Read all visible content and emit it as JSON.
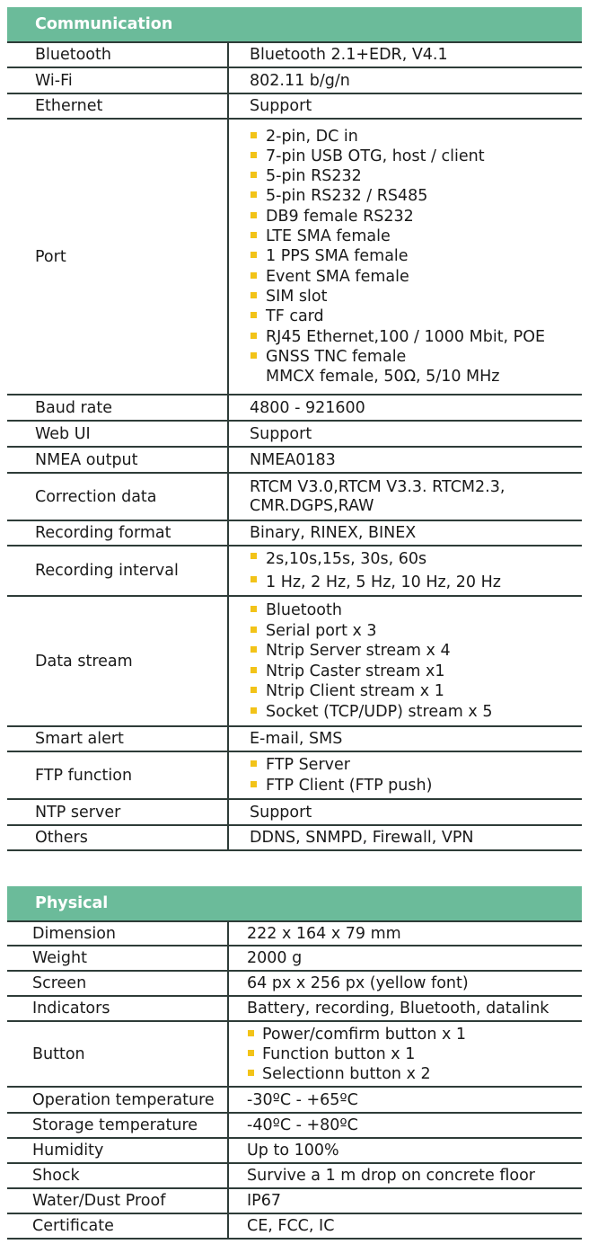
{
  "communication": {
    "title": "Communication",
    "rows": [
      {
        "label": "Bluetooth",
        "value": "Bluetooth 2.1+EDR, V4.1"
      },
      {
        "label": "Wi-Fi",
        "value": "802.11 b/g/n"
      },
      {
        "label": "Ethernet",
        "value": "Support"
      },
      {
        "label": "Port",
        "items": [
          "2-pin, DC in",
          "7-pin USB OTG, host / client",
          "5-pin RS232",
          "5-pin RS232 / RS485",
          "DB9 female RS232",
          "LTE SMA female",
          "1 PPS SMA female",
          "Event SMA female",
          "SIM slot",
          "TF card",
          "RJ45 Ethernet,100 / 1000 Mbit, POE",
          "GNSS TNC female",
          "MMCX female, 50Ω, 5/10 MHz"
        ]
      },
      {
        "label": "Baud rate",
        "value": "4800 - 921600"
      },
      {
        "label": "Web UI",
        "value": "Support"
      },
      {
        "label": "NMEA output",
        "value": "NMEA0183"
      },
      {
        "label": "Correction data",
        "value_lines": [
          "RTCM V3.0,RTCM V3.3. RTCM2.3,",
          "CMR.DGPS,RAW"
        ]
      },
      {
        "label": "Recording format",
        "value": "Binary, RINEX, BINEX"
      },
      {
        "label": "Recording interval",
        "items": [
          "2s,10s,15s, 30s, 60s",
          "1 Hz, 2 Hz, 5 Hz, 10 Hz, 20 Hz"
        ]
      },
      {
        "label": "Data stream",
        "items": [
          "Bluetooth",
          "Serial port x 3",
          "Ntrip Server stream x 4",
          "Ntrip Caster stream x1",
          "Ntrip Client stream x 1",
          "Socket (TCP/UDP) stream x 5"
        ]
      },
      {
        "label": "Smart alert",
        "value": "E-mail, SMS"
      },
      {
        "label": "FTP function",
        "items": [
          "FTP Server",
          "FTP Client (FTP push)"
        ]
      },
      {
        "label": "NTP server",
        "value": "Support"
      },
      {
        "label": "Others",
        "value": "DDNS, SNMPD, Firewall, VPN"
      }
    ]
  },
  "physical": {
    "title": "Physical",
    "rows": [
      {
        "label": "Dimension",
        "value": "222 x 164 x 79 mm"
      },
      {
        "label": "Weight",
        "value": "2000 g"
      },
      {
        "label": "Screen",
        "value": "64 px x 256 px (yellow font)"
      },
      {
        "label": "Indicators",
        "value": "Battery, recording, Bluetooth, datalink"
      },
      {
        "label": "Button",
        "items": [
          "Power/comfirm button x 1",
          "Function button x 1",
          "Selectionn button x 2"
        ]
      },
      {
        "label": "Operation temperature",
        "value": "-30ºC - +65ºC"
      },
      {
        "label": "Storage temperature",
        "value": "-40ºC - +80ºC"
      },
      {
        "label": "Humidity",
        "value": "Up to 100%"
      },
      {
        "label": "Shock",
        "value": "Survive a 1 m drop on concrete floor"
      },
      {
        "label": "Water/Dust Proof",
        "value": "IP67"
      },
      {
        "label": "Certificate",
        "value": "CE, FCC, IC"
      }
    ]
  },
  "colors": {
    "header_bg": "#6bbb9a",
    "bullet": "#f2c318",
    "rule": "#2e3c38"
  }
}
